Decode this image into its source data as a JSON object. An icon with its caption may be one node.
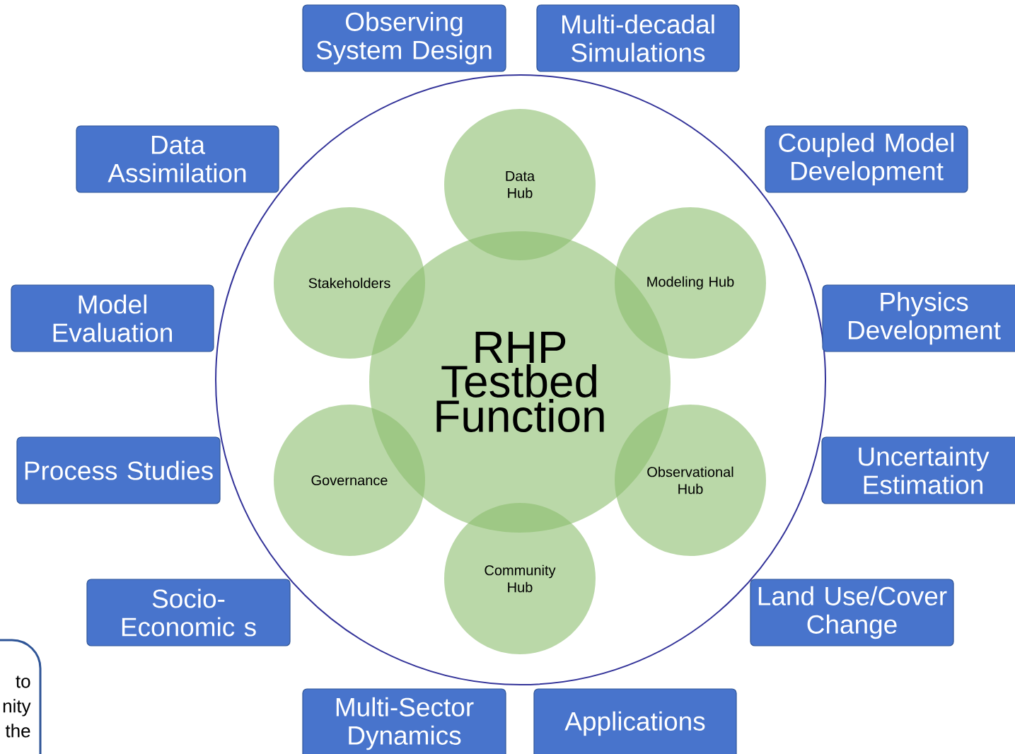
{
  "diagram": {
    "nodes": [
      {
        "text": [],
        "shape": "circle"
      },
      {
        "text": [
          "RHP Testbed Function"
        ],
        "in": 0
      },
      {
        "text": [
          "Data Hub"
        ],
        "in": 0
      },
      {
        "text": [
          "Stakeholders"
        ],
        "in": 0
      },
      {
        "text": [
          "Modeling Hub"
        ],
        "in": 0
      },
      {
        "text": [
          "Governance"
        ],
        "in": 0
      },
      {
        "text": [
          "Observational Hub"
        ],
        "in": 0
      },
      {
        "text": [
          "Community Hub"
        ],
        "in": 0
      },
      {
        "text": [
          "Observing System Design"
        ]
      },
      {
        "text": [
          "Multi-decadal Simulations"
        ]
      },
      {
        "text": [
          "Data Assimilation"
        ]
      },
      {
        "text": [
          "Coupled Model Development"
        ]
      },
      {
        "text": [
          "Model Evaluation"
        ]
      },
      {
        "text": [
          "Physics Development"
        ]
      },
      {
        "text": [
          "Process Studies"
        ]
      },
      {
        "text": [
          "Uncertainty Estimation"
        ]
      },
      {
        "text": [
          "Socio-Economic s"
        ]
      },
      {
        "text": [
          "Land Use/Cover Change"
        ]
      },
      {
        "text": [
          "Multi-Sector Dynamics"
        ]
      },
      {
        "text": [
          "Applications"
        ]
      },
      {
        "text": [
          "to nity the"
        ]
      }
    ],
    "edges": []
  }
}
